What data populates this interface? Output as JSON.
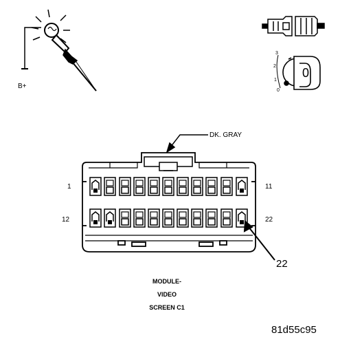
{
  "probe": {
    "supply_label": "B+"
  },
  "ignition": {
    "positions": [
      "3",
      "2",
      "1",
      "0"
    ],
    "key_digit": "0"
  },
  "connector": {
    "wire_color_label": "DK. GRAY",
    "pin_first_row_start": "1",
    "pin_first_row_end": "11",
    "pin_second_row_start": "12",
    "pin_second_row_end": "22",
    "callout_pin": "22",
    "name_lines": [
      "MODULE-",
      "VIDEO",
      "SCREEN C1"
    ]
  },
  "figure_id": "81d55c95"
}
